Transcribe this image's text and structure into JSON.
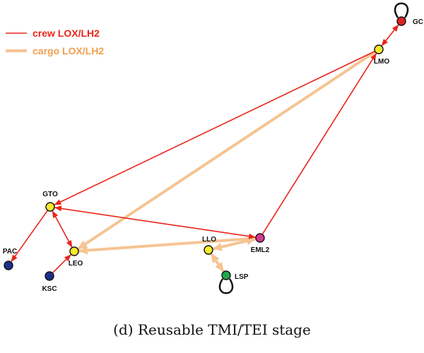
{
  "colors": {
    "crew": "#e8251b",
    "cargo": "#f5c493",
    "crew_text": "#e8251b",
    "cargo_text": "#f0a050",
    "node_outline": "#111111"
  },
  "legend": {
    "crew_label": "crew LOX/LH2",
    "cargo_label": "cargo LOX/LH2"
  },
  "caption": "(d) Reusable TMI/TEI stage",
  "nodes": [
    {
      "id": "GC",
      "label": "GC",
      "color": "#e02222"
    },
    {
      "id": "LMO",
      "label": "LMO",
      "color": "#f7ea2a"
    },
    {
      "id": "GTO",
      "label": "GTO",
      "color": "#f7ea2a"
    },
    {
      "id": "PAC",
      "label": "PAC",
      "color": "#1f2f8c"
    },
    {
      "id": "KSC",
      "label": "KSC",
      "color": "#1f2f8c"
    },
    {
      "id": "LEO",
      "label": "LEO",
      "color": "#f7ea2a"
    },
    {
      "id": "LLO",
      "label": "LLO",
      "color": "#f7ea2a"
    },
    {
      "id": "EML2",
      "label": "EML2",
      "color": "#d6388f"
    },
    {
      "id": "LSP",
      "label": "LSP",
      "color": "#1fa84a"
    }
  ],
  "edges": [
    {
      "from": "LMO",
      "to": "GTO",
      "type": "crew",
      "direction": "one-way"
    },
    {
      "from": "EML2",
      "to": "LMO",
      "type": "crew",
      "direction": "one-way"
    },
    {
      "from": "GTO",
      "to": "EML2",
      "type": "crew",
      "direction": "two-way"
    },
    {
      "from": "GTO",
      "to": "PAC",
      "type": "crew",
      "direction": "one-way"
    },
    {
      "from": "GTO",
      "to": "LEO",
      "type": "crew",
      "direction": "two-way"
    },
    {
      "from": "KSC",
      "to": "LEO",
      "type": "crew",
      "direction": "one-way"
    },
    {
      "from": "LMO",
      "to": "GC",
      "type": "crew",
      "direction": "two-way"
    },
    {
      "from": "LMO",
      "to": "LEO",
      "type": "cargo",
      "direction": "one-way"
    },
    {
      "from": "EML2",
      "to": "LEO",
      "type": "cargo",
      "direction": "one-way"
    },
    {
      "from": "EML2",
      "to": "LLO",
      "type": "cargo",
      "direction": "two-way"
    },
    {
      "from": "LLO",
      "to": "LSP",
      "type": "cargo",
      "direction": "two-way"
    }
  ],
  "self_loops": [
    {
      "node": "GC",
      "side": "top"
    },
    {
      "node": "LSP",
      "side": "bottom"
    }
  ]
}
